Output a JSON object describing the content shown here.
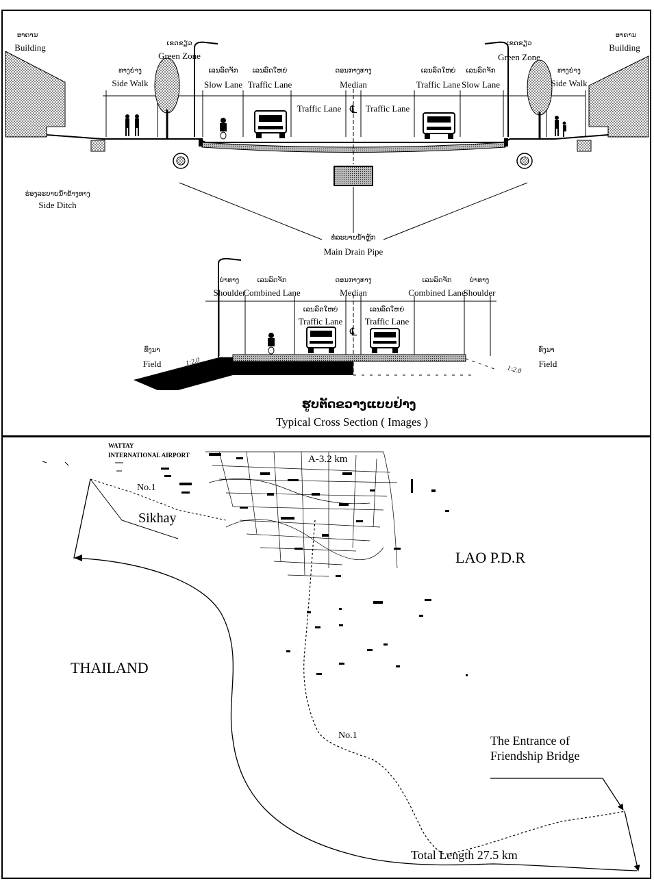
{
  "cross_section": {
    "building_left": {
      "lao": "ອາຄານ",
      "en": "Building"
    },
    "building_right": {
      "lao": "ອາຄານ",
      "en": "Building"
    },
    "green_zone_left": {
      "lao": "ເຂດຂຽວ",
      "en": "Green Zone"
    },
    "green_zone_right": {
      "lao": "ເຂດຂຽວ",
      "en": "Green Zone"
    },
    "sidewalk_left": {
      "lao": "ທາງຍ່າງ",
      "en": "Side Walk"
    },
    "sidewalk_right": {
      "lao": "ທາງຍ່າງ",
      "en": "Side Walk"
    },
    "slow_lane_left": {
      "lao": "ເລນລົດຈັກ",
      "en": "Slow Lane"
    },
    "slow_lane_right": {
      "lao": "ເລນລົດຈັກ",
      "en": "Slow Lane"
    },
    "traffic_lane_upper_left": {
      "lao": "ເລນລົດໃຫຍ່",
      "en": "Traffic Lane"
    },
    "traffic_lane_upper_right": {
      "lao": "ເລນລົດໃຫຍ່",
      "en": "Traffic Lane"
    },
    "median": {
      "lao": "ດອນກາງທາງ",
      "en": "Median"
    },
    "traffic_lane_inner_left": "Traffic Lane",
    "traffic_lane_inner_right": "Traffic Lane",
    "centerline": "℄",
    "side_ditch": {
      "lao": "ຮ່ອງລະບາຍນ້ຳຂ້າງທາງ",
      "en": "Side Ditch"
    },
    "main_drain": {
      "lao": "ທໍ່ລະບາຍນ້ຳຫຼັກ",
      "en": "Main Drain Pipe"
    },
    "shoulder_left": {
      "lao": "ບ່າທາງ",
      "en": "Shoulder"
    },
    "shoulder_right": {
      "lao": "ບ່າທາງ",
      "en": "Shoulder"
    },
    "combined_lane_left": {
      "lao": "ເລນລົດຈັກ",
      "en": "Combined Lane"
    },
    "combined_lane_right": {
      "lao": "ເລນລົດຈັກ",
      "en": "Combined Lane"
    },
    "median_lower": {
      "lao": "ດອນກາງທາງ",
      "en": "Median"
    },
    "traffic_lane_lower_left": {
      "lao": "ເລນລົດໃຫຍ່",
      "en": "Traffic Lane"
    },
    "traffic_lane_lower_right": {
      "lao": "ເລນລົດໃຫຍ່",
      "en": "Traffic Lane"
    },
    "field_left": {
      "lao": "ທົ່ງນາ",
      "en": "Field"
    },
    "field_right": {
      "lao": "ທົ່ງນາ",
      "en": "Field"
    },
    "slope_left": "1:2.0",
    "slope_right": "1:2.0",
    "caption": {
      "lao": "ຮູບຕັດຂວາງແບບຢ່າງ",
      "en": "Typical Cross Section ( Images )"
    }
  },
  "map": {
    "airport": "INTERNATIONAL AIRPORT",
    "airport_top": "WATTAY",
    "route_top": "No.1",
    "sikhay": "Sikhay",
    "lao_pdr": "LAO P.D.R",
    "thailand": "THAILAND",
    "route_mid": "No.1",
    "entrance_line1": "The Entrance of",
    "entrance_line2": "Friendship Bridge",
    "total_length": "Total Length 27.5 km",
    "top_label": "A-3.2 km"
  }
}
